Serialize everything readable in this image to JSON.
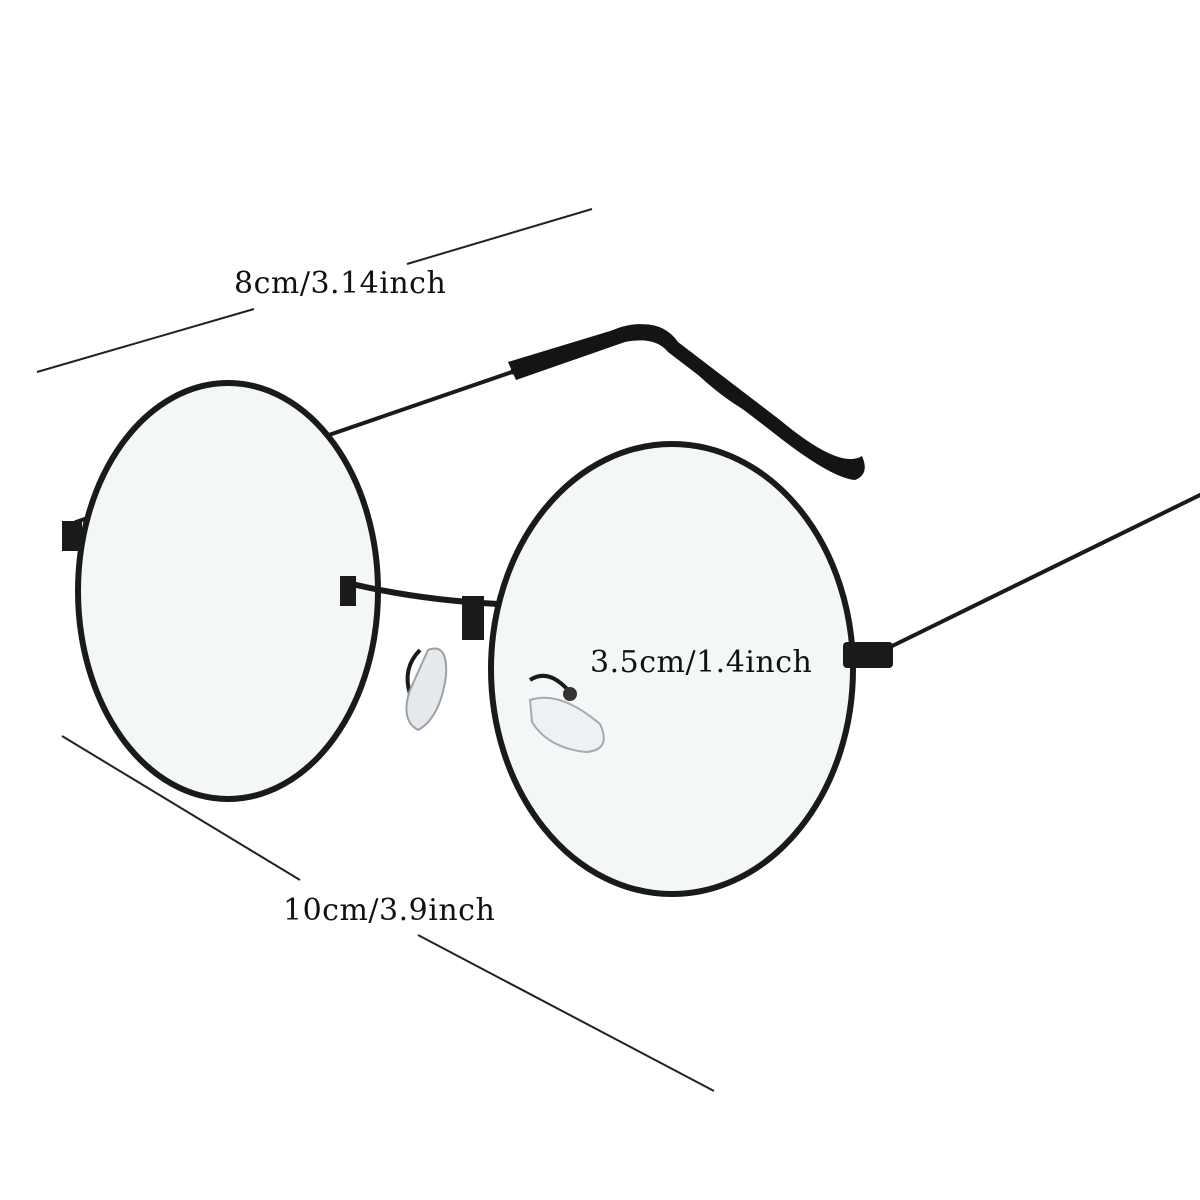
{
  "measurements": {
    "lens_width": "8cm/3.14inch",
    "lens_height": "3.5cm/1.4inch",
    "frame_length": "10cm/3.9inch"
  },
  "colors": {
    "frame": "#1a1a1a",
    "measure_line": "#222222",
    "lens_tint": "#f4f7f8",
    "background": "#ffffff"
  }
}
